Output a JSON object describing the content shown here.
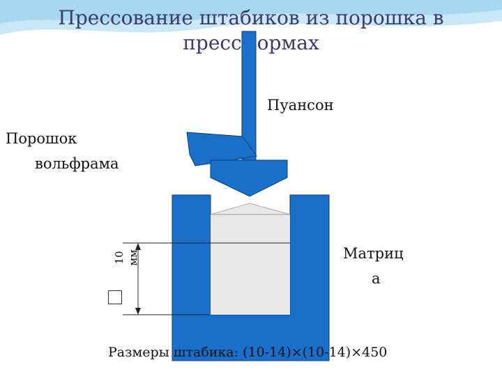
{
  "title": {
    "line1": "Прессование штабиков из порошка в",
    "line2": "прессформах"
  },
  "labels": {
    "punch": "Пуансон",
    "powder_line1": "Порошок",
    "powder_line2": "вольфрама",
    "matrix_line1": "Матриц",
    "matrix_line2": "а",
    "dimension": "10 мм"
  },
  "caption": "Размеры штабика: (10-14)×(10-14)×450",
  "colors": {
    "metal": "#1a6fc9",
    "metal_dark": "#0b3f7a",
    "powder": "#e8e8e8",
    "title": "#3a3a6e",
    "wave": "#a8d8f0"
  }
}
